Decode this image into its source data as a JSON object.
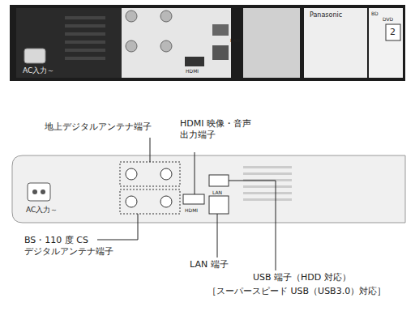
{
  "diagram": {
    "labels": [
      "AC入力～",
      "HDMI",
      "LAN",
      "Panasonic",
      "BD",
      "DVD",
      "2",
      "地上デジタルアンテナ端子",
      "HDMI 映像・音声 出力端子",
      "AC入力～",
      "HDMI",
      "LAN",
      "BS・110 度 CS デジタルアンテナ端子",
      "LAN 端子",
      "USB 端子（HDD 対応）",
      "［スーパースピード USB（USB3.0）対応］"
    ]
  }
}
